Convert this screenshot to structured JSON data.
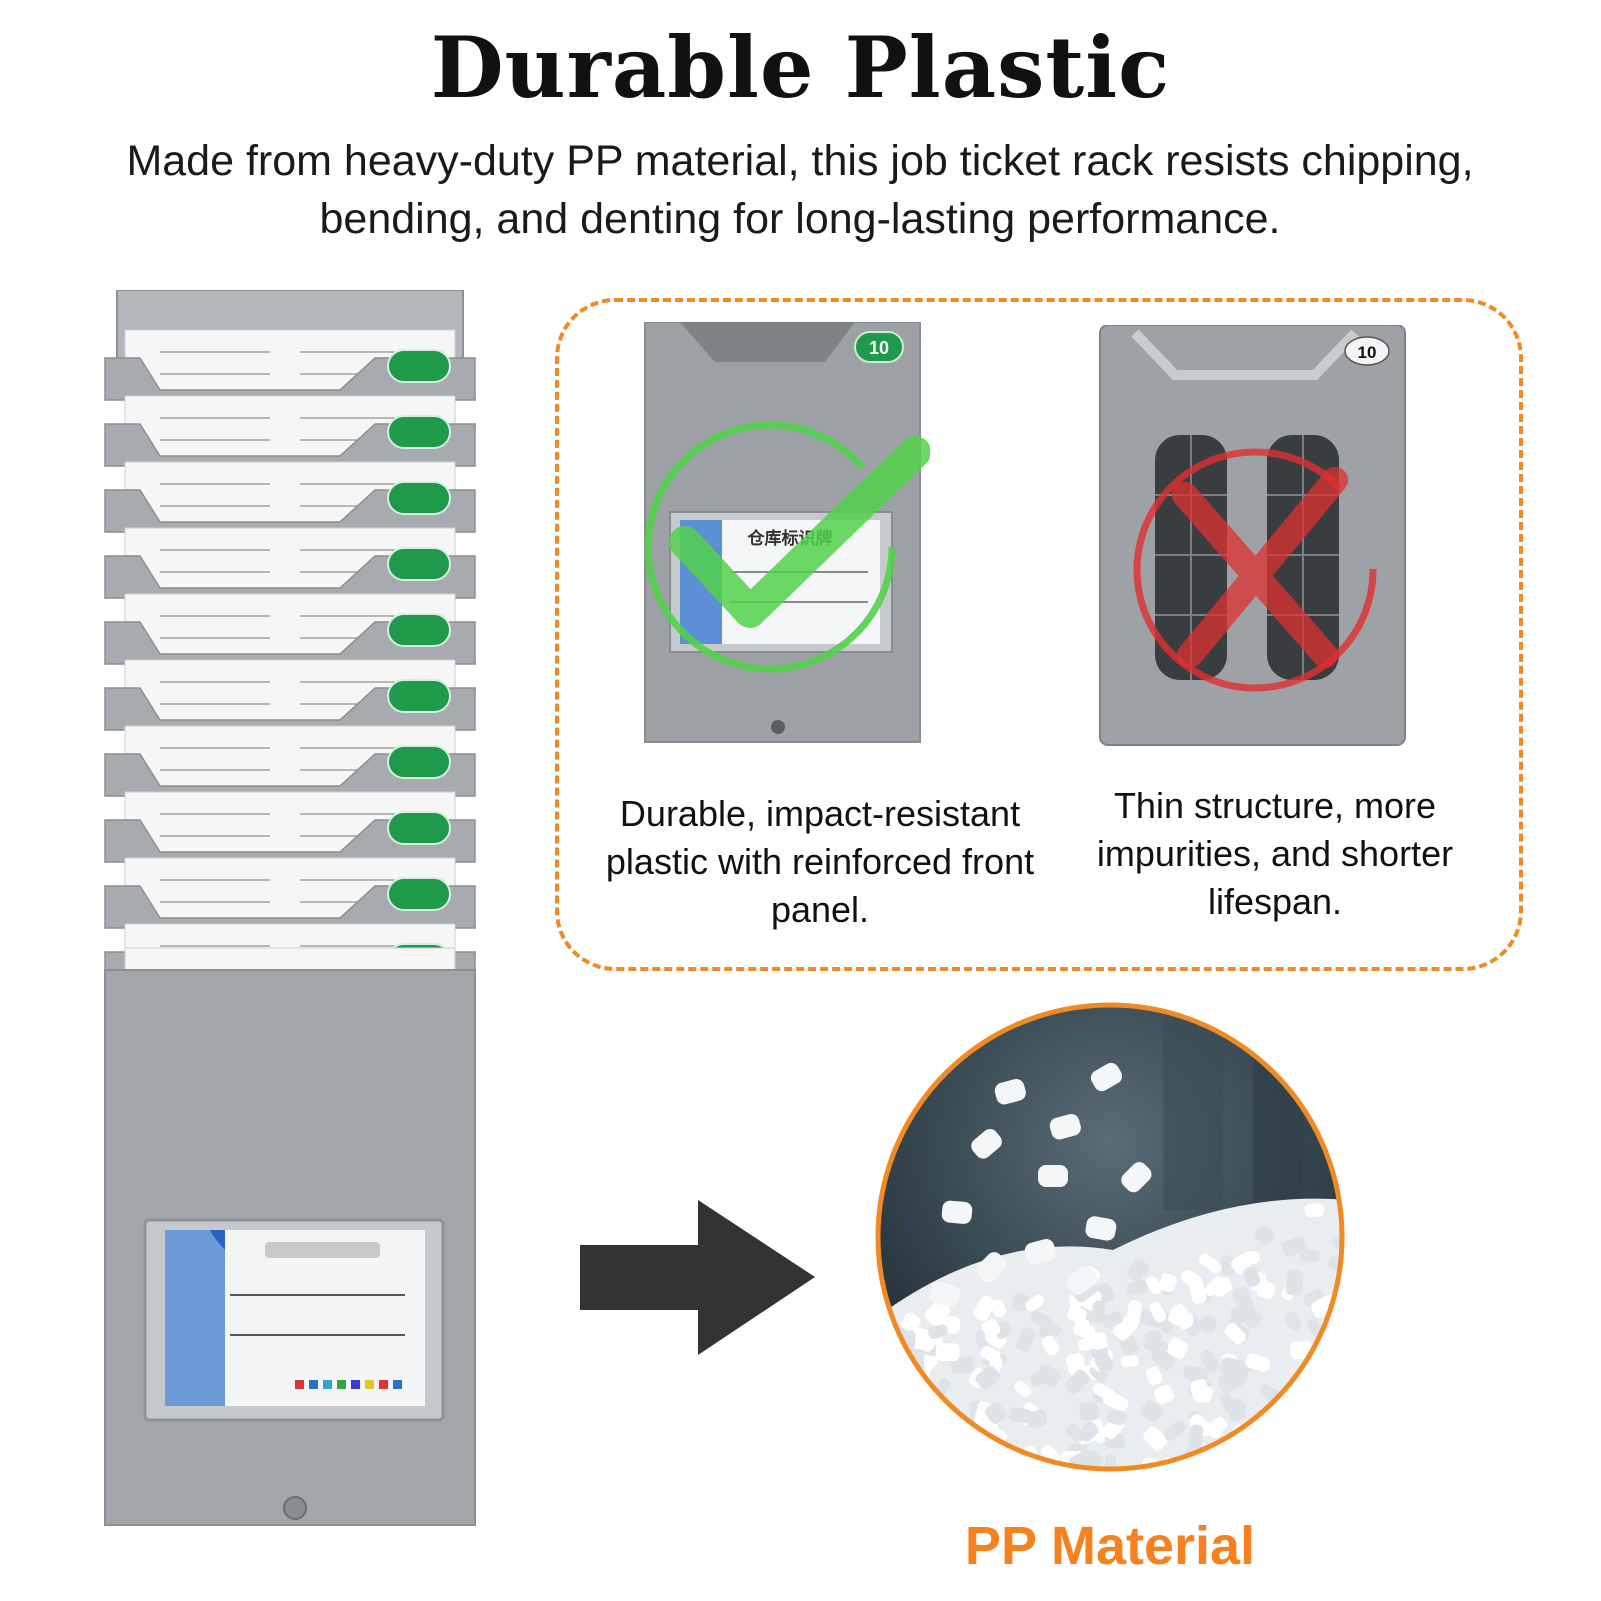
{
  "header": {
    "title": "Durable Plastic",
    "subtitle": "Made from heavy-duty PP material, this job ticket rack resists chipping, bending, and denting for long-lasting performance."
  },
  "comparison": {
    "good": {
      "badge": "10",
      "card_text": "仓库标识牌",
      "caption": "Durable, impact-resistant plastic with reinforced front panel."
    },
    "bad": {
      "badge": "10",
      "caption": "Thin structure, more impurities, and shorter lifespan."
    }
  },
  "material": {
    "label": "PP Material"
  },
  "colors": {
    "accent_orange": "#f08a24",
    "label_orange": "#f5821f",
    "check_green": "#52d14a",
    "cross_red": "#e03030",
    "rack_gray": "#a2a6aa",
    "pocket_green": "#1f9a4a"
  },
  "icons": {
    "good": "checkmark-icon",
    "bad": "cross-icon",
    "transition": "arrow-right-icon"
  }
}
